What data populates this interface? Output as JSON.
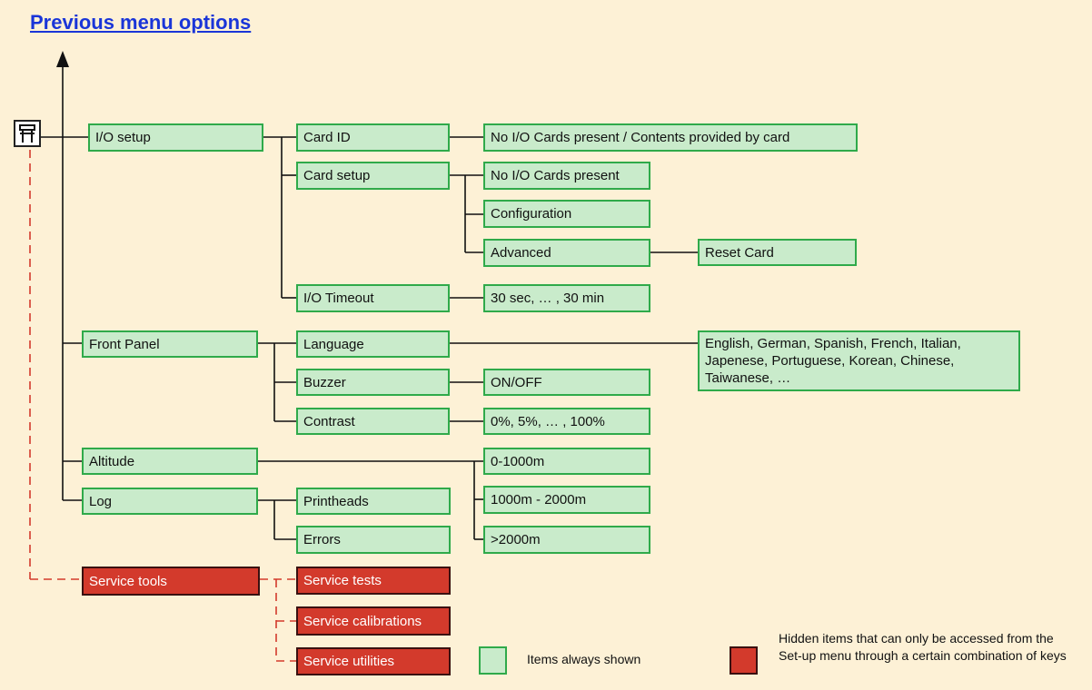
{
  "header": {
    "title": "Previous menu options"
  },
  "menu": {
    "io_setup": "I/O setup",
    "card_id": "Card ID",
    "card_id_value": "No I/O Cards present / Contents provided by card",
    "card_setup": "Card setup",
    "card_setup_value": "No I/O Cards present",
    "configuration": "Configuration",
    "advanced": "Advanced",
    "reset_card": "Reset Card",
    "io_timeout": "I/O Timeout",
    "io_timeout_value": "30 sec, … , 30 min",
    "front_panel": "Front Panel",
    "language": "Language",
    "language_value": "English, German, Spanish, French, Italian, Japenese, Portuguese,  Korean, Chinese, Taiwanese, …",
    "buzzer": "Buzzer",
    "buzzer_value": "ON/OFF",
    "contrast": "Contrast",
    "contrast_value": "0%, 5%, … , 100%",
    "altitude": "Altitude",
    "altitude_1": "0-1000m",
    "altitude_2": "1000m - 2000m",
    "altitude_3": ">2000m",
    "log": "Log",
    "printheads": "Printheads",
    "errors": "Errors",
    "service_tools": "Service tools",
    "service_tests": "Service tests",
    "service_calibrations": "Service calibrations",
    "service_utilities": "Service utilities"
  },
  "legend": {
    "always_shown": "Items always shown",
    "hidden": "Hidden items that can only be accessed from the Set-up menu through a certain combination of keys"
  },
  "colors": {
    "background": "#fdf1d6",
    "shown_fill": "#c9ebcb",
    "shown_border": "#2faa4a",
    "hidden_fill": "#d33a2c",
    "link": "#1a35d8"
  },
  "icons": {
    "setup": "setup-menu-icon"
  }
}
